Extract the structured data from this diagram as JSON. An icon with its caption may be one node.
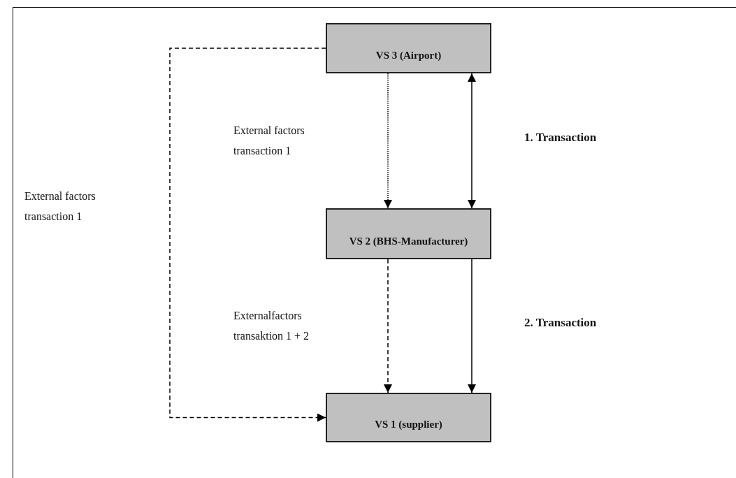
{
  "diagram": {
    "nodes": [
      {
        "text": [
          "VS 3 (Airport)"
        ]
      },
      {
        "text": [
          "VS 2 (BHS-Manufacturer)"
        ]
      },
      {
        "text": [
          "VS 1 (supplier)"
        ]
      }
    ],
    "edges": [
      {
        "from": 0,
        "to": 1,
        "arrow": "to",
        "style": "dashed"
      },
      {
        "from": 0,
        "to": 1,
        "arrow": "both"
      },
      {
        "from": 1,
        "to": 2,
        "arrow": "to",
        "style": "dashed"
      },
      {
        "from": 1,
        "to": 2,
        "arrow": "to"
      },
      {
        "from": 0,
        "to": 2,
        "arrow": "to",
        "style": "dashed"
      }
    ],
    "labels": [
      "External factors transaction 1",
      "1. Transaction",
      "External factors transaction 1",
      "Externalfactors transaktion 1 + 2",
      "2. Transaction"
    ]
  }
}
